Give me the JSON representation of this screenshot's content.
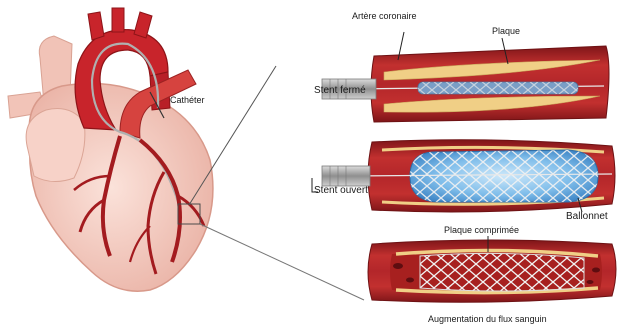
{
  "labels": {
    "artery": "Artère coronaire",
    "plaque": "Plaque",
    "catheter": "Cathéter",
    "stent_closed": "Stent fermé",
    "stent_open": "Stent ouvert",
    "balloon": "Ballonnet",
    "plaque_compressed": "Plaque comprimée",
    "blood_flow": "Augmentation du flux sanguin"
  },
  "colors": {
    "artery_wall": "#b3262a",
    "artery_dark": "#7e1518",
    "plaque": "#f0cf86",
    "heart_skin": "#f6cfc4",
    "aorta": "#c8242b",
    "balloon": "#6fb4e8",
    "stent_metal": "#c7c7c7",
    "catheter": "#9b9b9b"
  }
}
